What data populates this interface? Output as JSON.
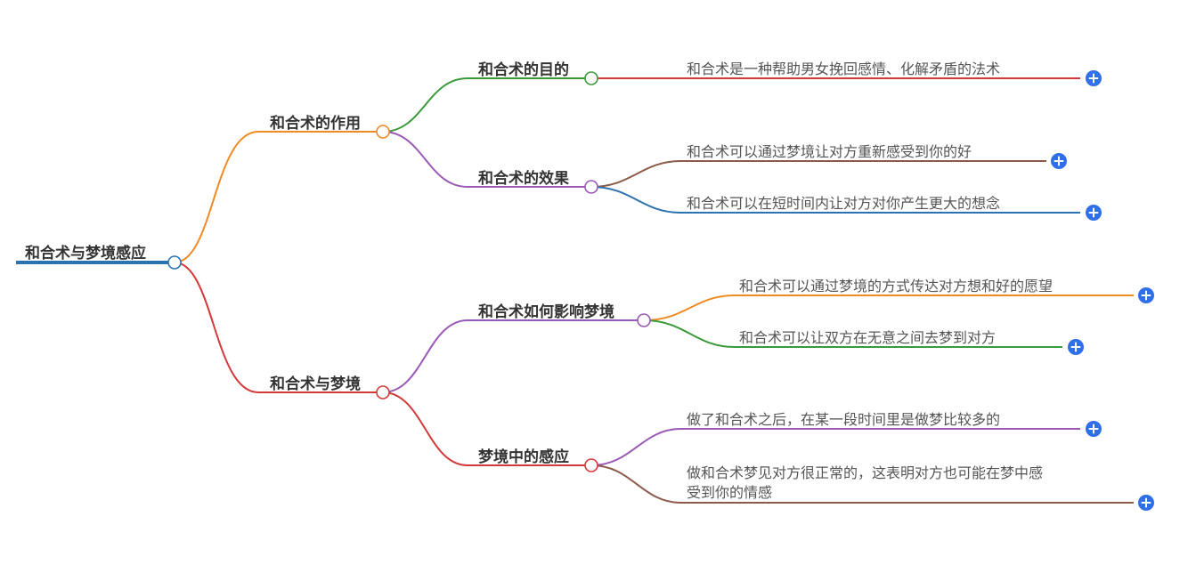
{
  "colors": {
    "root_line": "#2b72b0",
    "orange": "#f08a24",
    "red": "#d23a3a",
    "green": "#3a9a3a",
    "purple": "#9b59b6",
    "brown": "#8b5a4a",
    "blue": "#2b72b0",
    "expand_button": "#2f6fe8"
  },
  "icons": {
    "expand": "plus-icon"
  },
  "root": {
    "label": "和合术与梦境感应"
  },
  "branches": [
    {
      "label": "和合术的作用",
      "children": [
        {
          "label": "和合术的目的",
          "leaves": [
            {
              "lines": [
                "和合术是一种帮助男女挽回感情、化解矛盾的法术"
              ]
            }
          ]
        },
        {
          "label": "和合术的效果",
          "leaves": [
            {
              "lines": [
                "和合术可以通过梦境让对方重新感受到你的好"
              ]
            },
            {
              "lines": [
                "和合术可以在短时间内让对方对你产生更大的想念"
              ]
            }
          ]
        }
      ]
    },
    {
      "label": "和合术与梦境",
      "children": [
        {
          "label": "和合术如何影响梦境",
          "leaves": [
            {
              "lines": [
                "和合术可以通过梦境的方式传达对方想和好的愿望"
              ]
            },
            {
              "lines": [
                "和合术可以让双方在无意之间去梦到对方"
              ]
            }
          ]
        },
        {
          "label": "梦境中的感应",
          "leaves": [
            {
              "lines": [
                "做了和合术之后，在某一段时间里是做梦比较多的"
              ]
            },
            {
              "lines": [
                "做和合术梦见对方很正常的，这表明对方也可能在梦中感",
                "受到你的情感"
              ]
            }
          ]
        }
      ]
    }
  ]
}
